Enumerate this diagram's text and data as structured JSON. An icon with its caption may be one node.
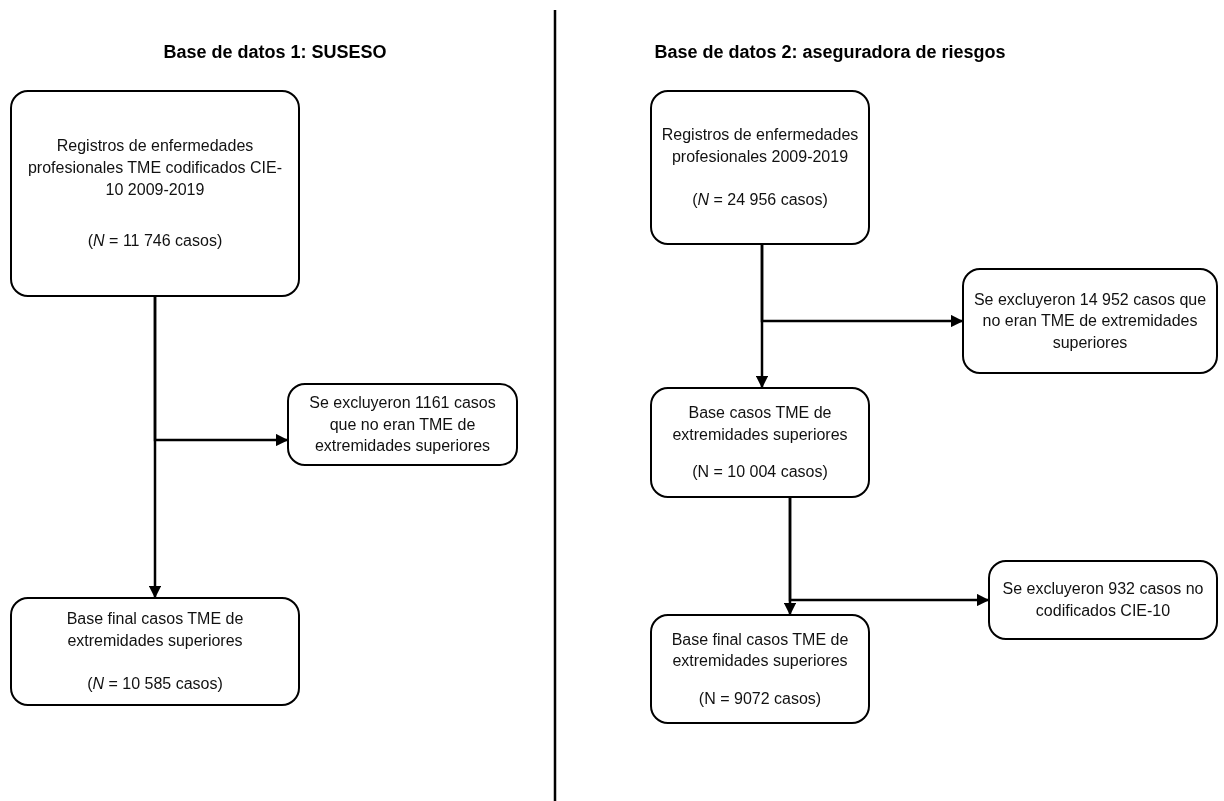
{
  "diagram": {
    "nodes": [
      {
        "text": [
          "Registros de enfermedades profesionales TME codificados CIE-10 2009-2019",
          "(*N* = 11 746 casos)"
        ]
      },
      {
        "text": [
          "Se excluyeron 1161 casos que no eran TME de extremidades superiores"
        ]
      },
      {
        "text": [
          "Base final casos TME de extremidades superiores",
          "(*N* = 10 585 casos)"
        ]
      },
      {
        "text": [
          "Registros de enfermedades profesionales 2009-2019",
          "(*N* = 24 956 casos)"
        ]
      },
      {
        "text": [
          "Se excluyeron 14 952 casos que no eran TME de extremidades superiores"
        ]
      },
      {
        "text": [
          "Base casos TME de extremidades superiores",
          "(N = 10 004 casos)"
        ]
      },
      {
        "text": [
          "Se excluyeron 932 casos no codificados CIE-10"
        ]
      },
      {
        "text": [
          "Base final casos TME de extremidades superiores",
          "(N = 9072 casos)"
        ]
      }
    ],
    "edges": [
      {
        "from": 0,
        "to": 1,
        "arrow": "to"
      },
      {
        "from": 0,
        "to": 2,
        "arrow": "to"
      },
      {
        "from": 3,
        "to": 4,
        "arrow": "to"
      },
      {
        "from": 3,
        "to": 5,
        "arrow": "to"
      },
      {
        "from": 5,
        "to": 6,
        "arrow": "to"
      },
      {
        "from": 5,
        "to": 7,
        "arrow": "to"
      }
    ],
    "labels": [
      "Base de datos 1: SUSESO",
      "Base de datos 2: aseguradora de riesgos"
    ]
  }
}
